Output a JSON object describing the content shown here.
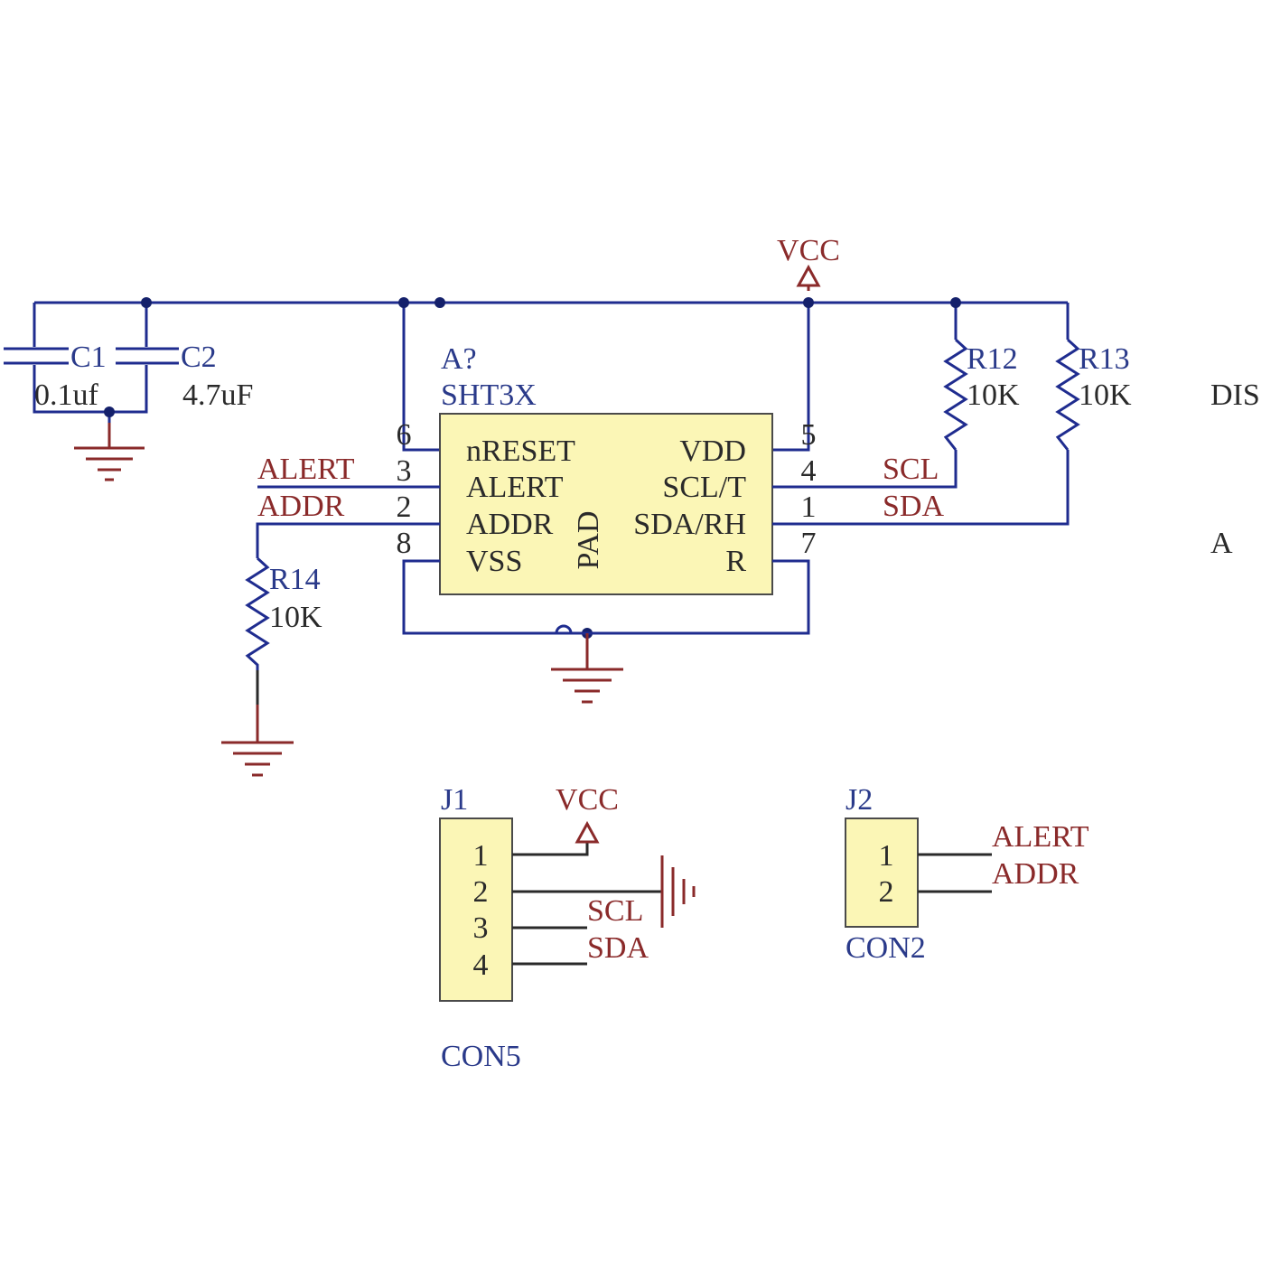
{
  "colors": {
    "wire": "#1f2c8f",
    "net_label": "#8a2a2a",
    "ic_fill": "#fbf6b6",
    "designator": "#2a3a8a"
  },
  "top_power": {
    "label": "VCC"
  },
  "capacitors": [
    {
      "ref": "C1",
      "value": "0.1uf"
    },
    {
      "ref": "C2",
      "value": "4.7uF"
    }
  ],
  "ic": {
    "ref": "A?",
    "part": "SHT3X",
    "pad_label": "PAD",
    "left_pins": [
      {
        "number": "6",
        "name": "nRESET"
      },
      {
        "number": "3",
        "name": "ALERT"
      },
      {
        "number": "2",
        "name": "ADDR"
      },
      {
        "number": "8",
        "name": "VSS"
      }
    ],
    "right_pins": [
      {
        "number": "5",
        "name": "VDD"
      },
      {
        "number": "4",
        "name": "SCL/T"
      },
      {
        "number": "1",
        "name": "SDA/RH"
      },
      {
        "number": "7",
        "name": "R"
      }
    ]
  },
  "nets": {
    "alert": "ALERT",
    "addr": "ADDR",
    "scl": "SCL",
    "sda": "SDA"
  },
  "resistors": [
    {
      "ref": "R12",
      "value": "10K"
    },
    {
      "ref": "R13",
      "value": "10K"
    },
    {
      "ref": "R14",
      "value": "10K"
    }
  ],
  "edge_text": {
    "dis": "DIS",
    "a": "A"
  },
  "j1": {
    "ref": "J1",
    "part": "CON5",
    "power": "VCC",
    "pins": [
      "1",
      "2",
      "3",
      "4"
    ],
    "nets": [
      "SCL",
      "SDA"
    ]
  },
  "j2": {
    "ref": "J2",
    "part": "CON2",
    "pins": [
      "1",
      "2"
    ],
    "nets": [
      "ALERT",
      "ADDR"
    ]
  }
}
